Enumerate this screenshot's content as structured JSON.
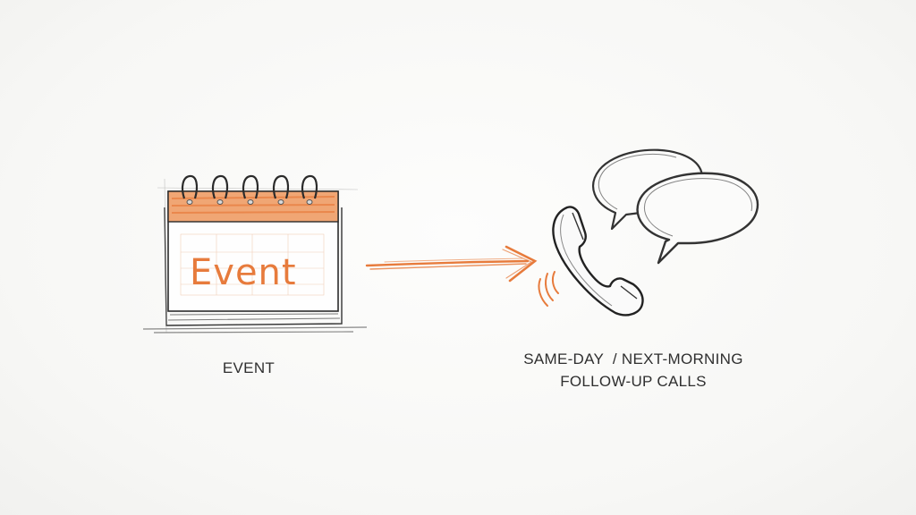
{
  "diagram": {
    "calendar_text": "Event",
    "event_label": "EVENT",
    "calls_label_line1": "SAME-DAY  / NEXT-MORNING",
    "calls_label_line2": "FOLLOW-UP CALLS"
  },
  "icons": {
    "calendar": "calendar-icon",
    "arrow": "arrow-right-icon",
    "phone": "phone-handset-icon",
    "bubbles": "speech-bubbles-icon"
  },
  "colors": {
    "accent": "#e77b3c",
    "ink": "#2b2b2b",
    "background": "#fbfbfa"
  }
}
